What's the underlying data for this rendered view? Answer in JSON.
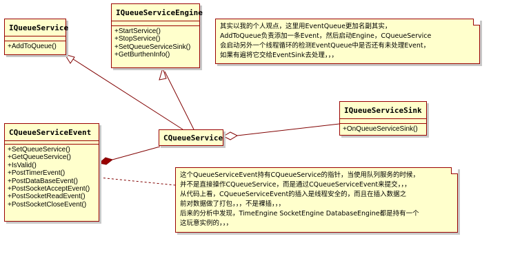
{
  "classes": {
    "iqueueservice": {
      "name": "IQueueService",
      "ops": [
        "+AddToQueue()"
      ]
    },
    "iqueueserviceengine": {
      "name": "IQueueServiceEngine",
      "ops": [
        "+StartService()",
        "+StopService()",
        "+SetQueueServiceSink()",
        "+GetBurthenInfo()"
      ]
    },
    "iqueueservicesink": {
      "name": "IQueueServiceSink",
      "ops": [
        "+OnQueueServiceSink()"
      ]
    },
    "cqueueservice": {
      "name": "CQueueService"
    },
    "cqueueserviceevent": {
      "name": "CQueueServiceEvent",
      "ops": [
        "+SetQueueService()",
        "+GetQueueService()",
        "+IsValid()",
        "+PostTimerEvent()",
        "+PostDataBaseEvent()",
        "+PostSocketAcceptEvent()",
        "+PostSocketReadEvent()",
        "+PostSocketCloseEvent()"
      ]
    }
  },
  "notes": {
    "top": [
      "其实以我的个人观点，这里用EventQueue更加名副其实，",
      "AddToQueue负责添加一条Event，然后启动Engine，CQueueService",
      "会启动另外一个线程循环的检测EventQueue中是否还有未处理Event，",
      "如果有遍将它交给EventSink去处理，，，"
    ],
    "bottom": [
      "这个QueueServiceEvent持有CQueueService的指针，当使用队列服务的时候，",
      "并不是直接操作CQueueService，而是通过CQueueServiceEvent来提交，，，",
      "从代码上看，CQueueServiceEvent的插入是线程安全的，而且在插入数据之",
      "前对数据做了打包，，，不是裸插，，，",
      "后来的分析中发现，TimeEngine SocketEngine DatabaseEngine都是持有一个",
      "这玩意实例的，，，"
    ]
  },
  "colors": {
    "fill": "#ffffcc",
    "border": "#990000",
    "line": "#800000"
  }
}
